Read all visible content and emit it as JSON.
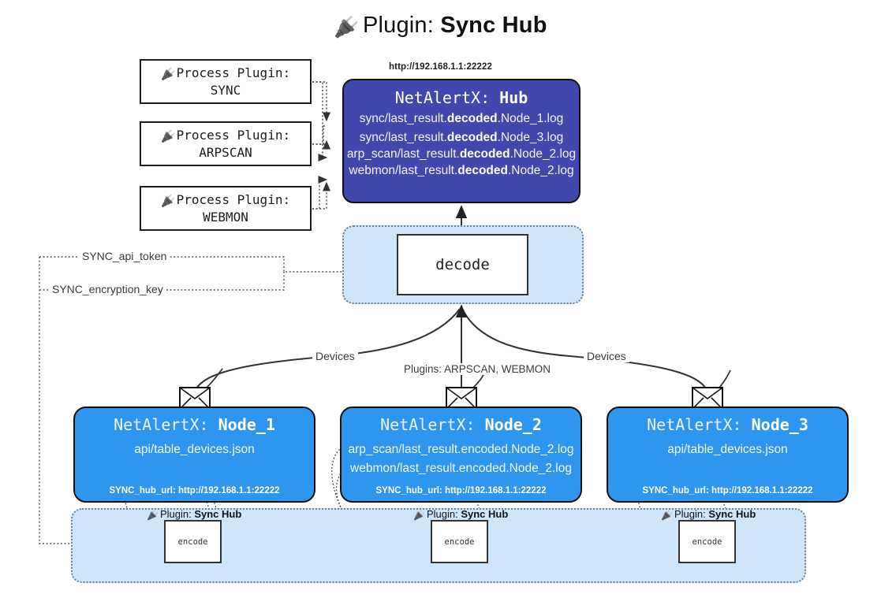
{
  "title": {
    "icon": "plug-icon",
    "prefix": "Plugin:",
    "name": "Sync Hub",
    "glyph": "🔌"
  },
  "process_plugins": [
    {
      "icon": "plug-icon",
      "line1": "Process Plugin:",
      "line2": "SYNC"
    },
    {
      "icon": "plug-icon",
      "line1": "Process Plugin:",
      "line2": "ARPSCAN"
    },
    {
      "icon": "plug-icon",
      "line1": "Process Plugin:",
      "line2": "WEBMON"
    }
  ],
  "hub": {
    "url": "http://192.168.1.1:22222",
    "title_prefix": "NetAlertX:",
    "title_name": "Hub",
    "logs": [
      {
        "pre": "sync/last_result.",
        "em": "decoded",
        "post": ".Node_1.log"
      },
      {
        "pre": "sync/last_result.",
        "em": "decoded",
        "post": ".Node_3.log"
      },
      {
        "pre": "arp_scan/last_result.",
        "em": "decoded",
        "post": ".Node_2.log"
      },
      {
        "pre": "webmon/last_result.",
        "em": "decoded",
        "post": ".Node_2.log"
      }
    ]
  },
  "decode": {
    "label": "decode"
  },
  "secrets": [
    {
      "label": "SYNC_api_token"
    },
    {
      "label": "SYNC_encryption_key"
    }
  ],
  "flow_labels": {
    "devices_left": "Devices",
    "devices_right": "Devices",
    "plugins_center": "Plugins: ARPSCAN, WEBMON"
  },
  "nodes": [
    {
      "icon": "envelope-icon",
      "title_prefix": "NetAlertX:",
      "title_name": "Node_1",
      "lines": [
        "api/table_devices.json"
      ],
      "foot": "SYNC_hub_url: http://192.168.1.1:22222"
    },
    {
      "icon": "envelope-icon",
      "title_prefix": "NetAlertX:",
      "title_name": "Node_2",
      "lines": [
        "arp_scan/last_result.encoded.Node_2.log",
        "webmon/last_result.encoded.Node_2.log"
      ],
      "foot": "SYNC_hub_url: http://192.168.1.1:22222"
    },
    {
      "icon": "envelope-icon",
      "title_prefix": "NetAlertX:",
      "title_name": "Node_3",
      "lines": [
        "api/table_devices.json"
      ],
      "foot": "SYNC_hub_url: http://192.168.1.1:22222"
    }
  ],
  "encoders": [
    {
      "caption_prefix": "Plugin:",
      "caption_name": "Sync Hub",
      "label": "encode"
    },
    {
      "caption_prefix": "Plugin:",
      "caption_name": "Sync Hub",
      "label": "encode"
    },
    {
      "caption_prefix": "Plugin:",
      "caption_name": "Sync Hub",
      "label": "encode"
    }
  ],
  "colors": {
    "hub_fill": "#4048ae",
    "node_fill": "#2f96f0",
    "band_fill": "#cfe5f9",
    "stroke": "#111111",
    "dotted_stroke": "#6f7f92"
  }
}
